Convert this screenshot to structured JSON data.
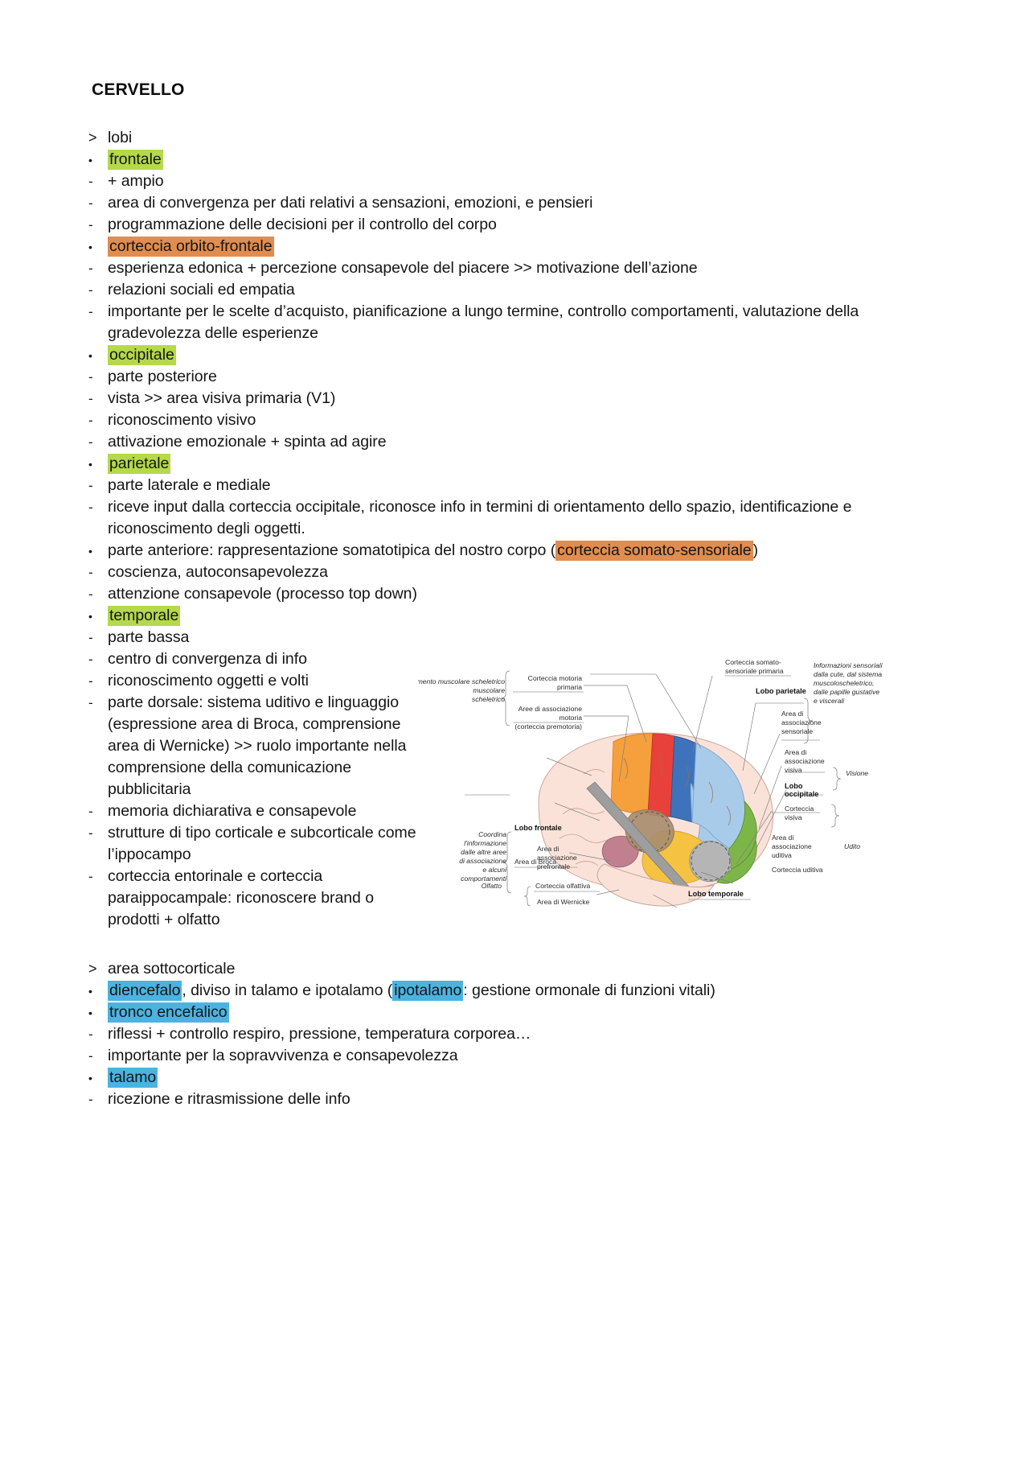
{
  "document": {
    "title": "CERVELLO"
  },
  "outline": [
    {
      "marker": ">",
      "indent": 0,
      "text": "lobi"
    },
    {
      "marker": "•",
      "indent": 0,
      "text": "frontale",
      "highlight": "green"
    },
    {
      "marker": "-",
      "indent": 0,
      "text": "+ ampio"
    },
    {
      "marker": "-",
      "indent": 0,
      "text": "area di convergenza per dati relativi a sensazioni, emozioni, e pensieri"
    },
    {
      "marker": "-",
      "indent": 0,
      "text": "programmazione delle decisioni per il controllo del corpo"
    },
    {
      "marker": "•",
      "indent": 1,
      "text": "corteccia orbito-frontale",
      "highlight": "orange"
    },
    {
      "marker": "-",
      "indent": 1,
      "text": "esperienza edonica + percezione consapevole del piacere >> motivazione dell’azione"
    },
    {
      "marker": "-",
      "indent": 1,
      "text": "relazioni sociali ed empatia"
    },
    {
      "marker": "-",
      "indent": 1,
      "text": "importante per le scelte d’acquisto, pianificazione a lungo termine, controllo comportamenti, valutazione della gradevolezza delle esperienze"
    },
    {
      "marker": "•",
      "indent": 0,
      "text": "occipitale",
      "highlight": "green"
    },
    {
      "marker": "-",
      "indent": 0,
      "text": "parte posteriore"
    },
    {
      "marker": "-",
      "indent": 0,
      "text": "vista >> area visiva primaria (V1)"
    },
    {
      "marker": "-",
      "indent": 0,
      "text": "riconoscimento visivo"
    },
    {
      "marker": "-",
      "indent": 0,
      "text": "attivazione emozionale + spinta ad agire"
    },
    {
      "marker": "•",
      "indent": 0,
      "text": "parietale",
      "highlight": "green"
    },
    {
      "marker": "-",
      "indent": 0,
      "text": "parte laterale e mediale"
    },
    {
      "marker": "-",
      "indent": 0,
      "text": "riceve input dalla corteccia occipitale, riconosce info in termini di orientamento dello spazio, identificazione e riconoscimento degli oggetti."
    },
    {
      "marker": "•",
      "indent": 1,
      "text_before": "parte anteriore: rappresentazione somatotipica del nostro corpo (",
      "text_highlight": "corteccia somato-sensoriale",
      "text_after": ")",
      "highlight": "orange"
    },
    {
      "marker": "-",
      "indent": 1,
      "text": "coscienza, autoconsapevolezza"
    },
    {
      "marker": "-",
      "indent": 1,
      "text": "attenzione consapevole (processo top down)"
    },
    {
      "marker": "•",
      "indent": 0,
      "text": "temporale",
      "highlight": "green"
    },
    {
      "marker": "-",
      "indent": 0,
      "text": "parte bassa"
    },
    {
      "marker": "-",
      "indent": 0,
      "text": "centro di convergenza di info"
    },
    {
      "marker": "-",
      "indent": 0,
      "text": "riconoscimento oggetti e volti"
    },
    {
      "marker": "-",
      "indent": 0,
      "text": "parte dorsale: sistema uditivo e linguaggio (espressione area di Broca, comprensione area di Wernicke) >> ruolo importante nella comprensione della comunicazione pubblicitaria"
    },
    {
      "marker": "-",
      "indent": 0,
      "text": "memoria dichiarativa e consapevole"
    },
    {
      "marker": "-",
      "indent": 0,
      "text": "strutture di tipo corticale e subcorticale come l’ippocampo"
    },
    {
      "marker": "-",
      "indent": 0,
      "text": "corteccia entorinale e corteccia paraippocampale: riconoscere brand o prodotti + olfatto"
    }
  ],
  "outline_bottom": [
    {
      "marker": ">",
      "indent": 0,
      "text": "area sottocorticale"
    },
    {
      "marker": "•",
      "indent": 0,
      "text_hl_first": "diencefalo",
      "text_mid": ", diviso in talamo e ipotalamo (",
      "text_hl_second": "ipotalamo",
      "text_end": ": gestione ormonale di funzioni vitali)",
      "highlight": "blue"
    },
    {
      "marker": "•",
      "indent": 0,
      "text": "tronco encefalico",
      "highlight": "blue"
    },
    {
      "marker": "-",
      "indent": 0,
      "text": "riflessi + controllo respiro, pressione, temperatura corporea…"
    },
    {
      "marker": "-",
      "indent": 0,
      "text": "importante per la sopravvivenza e consapevolezza"
    },
    {
      "marker": "•",
      "indent": 0,
      "text": "talamo",
      "highlight": "blue"
    },
    {
      "marker": "-",
      "indent": 0,
      "text": "ricezione e ritrasmissione delle info"
    }
  ],
  "figure": {
    "name": "brain-lobes-diagram",
    "labels": {
      "movimento": "Movimento\nmuscolare\nscheletrico",
      "corteccia_motoria": "Corteccia motoria",
      "corteccia_motoria2": "primaria",
      "aree_assoc_motoria": "Aree di associazione",
      "aree_assoc_motoria2": "motoria",
      "aree_assoc_motoria3": "(corteccia premotoria)",
      "corteccia_somato": "Corteccia somato-",
      "corteccia_somato2": "sensoriale primaria",
      "lobo_parietale": "Lobo parietale",
      "area_assoc_sensoriale": "Area di",
      "area_assoc_sensoriale2": "associazione",
      "area_assoc_sensoriale3": "sensoriale",
      "info_sensoriali": "Informazioni sensoriali",
      "info_sensoriali2": "dalla cute, dal sistema",
      "info_sensoriali3": "muscoloscheletrico,",
      "info_sensoriali4": "dalle papille gustative",
      "info_sensoriali5": "e viscerali",
      "area_assoc_visiva": "Area di",
      "area_assoc_visiva2": "associazione",
      "area_assoc_visiva3": "visiva",
      "visione": "Visione",
      "lobo_occipitale": "Lobo",
      "lobo_occipitale2": "occipitale",
      "corteccia_visiva": "Corteccia",
      "corteccia_visiva2": "visiva",
      "area_assoc_uditiva": "Area di",
      "area_assoc_uditiva2": "associazione",
      "area_assoc_uditiva3": "uditiva",
      "udito": "Udito",
      "corteccia_uditiva": "Corteccia uditiva",
      "lobo_temporale": "Lobo temporale",
      "area_wernicke": "Area di Wernicke",
      "olfatto": "Olfatto",
      "corteccia_olfattiva": "Corteccia olfattiva",
      "area_broca": "Area di Broca",
      "coordina": "Coordina",
      "coordina2": "l'informazione",
      "coordina3": "dalle altre aree",
      "coordina4": "di associazione",
      "coordina5": "e alcuni",
      "coordina6": "comportamenti",
      "lobo_frontale": "Lobo frontale",
      "area_assoc_prefrontale": "Area di",
      "area_assoc_prefrontale2": "associazione",
      "area_assoc_prefrontale3": "prefrontale"
    },
    "colors": {
      "orange": "#F5A03C",
      "red": "#E8413C",
      "blue_dark": "#3E73BC",
      "blue_light": "#A9CBEA",
      "green": "#7CB648",
      "yellow": "#F5C242",
      "pink": "#FADCD2",
      "mauve": "#C08090",
      "gray": "#B5B5B5",
      "tan": "#A98E6F"
    }
  }
}
